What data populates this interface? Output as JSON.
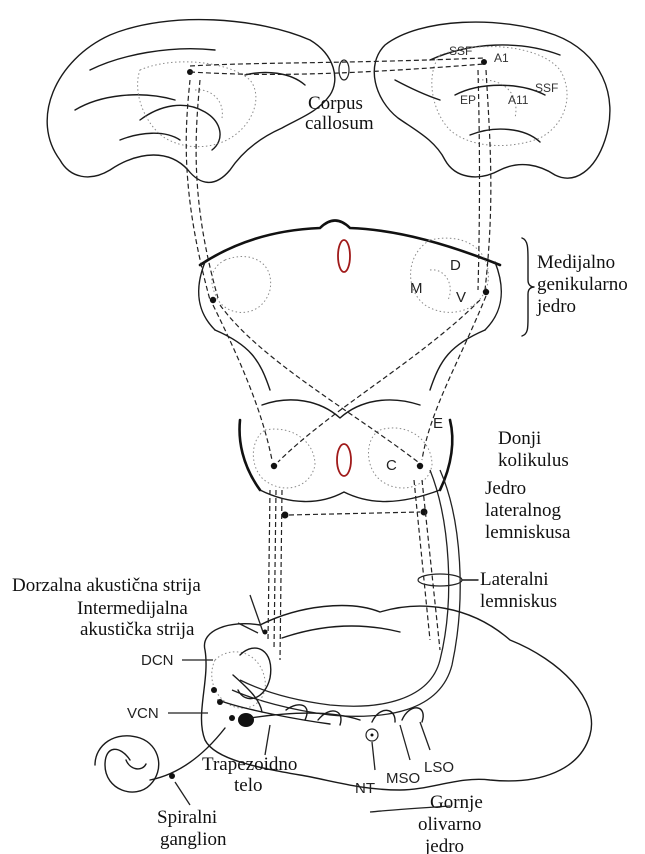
{
  "labels": {
    "corpus_callosum": [
      "Corpus",
      "callosum"
    ],
    "mgn": [
      "Medijalno",
      "genikularno",
      "jedro"
    ],
    "ic": [
      "Donji",
      "kolikulus"
    ],
    "nll": [
      "Jedro",
      "lateralnog",
      "lemniskusa"
    ],
    "ll": [
      "Lateralni",
      "lemniskus"
    ],
    "das": "Dorzalna akustična strija",
    "ias": [
      "Intermedijalna",
      "akustička strija"
    ],
    "dcn": "DCN",
    "vcn": "VCN",
    "trapezoid": [
      "Trapezoidno",
      "telo"
    ],
    "spiral": [
      "Spiralni",
      "ganglion"
    ],
    "nt": "NT",
    "mso": "MSO",
    "lso": "LSO",
    "soc": [
      "Gornje",
      "olivarno",
      "jedro"
    ]
  },
  "cortex_right": {
    "ssf_left": "SSF",
    "a1": "A1",
    "ssf_right": "SSF",
    "ep": "EP",
    "a11": "A11"
  },
  "mgn_parts": {
    "d": "D",
    "m": "M",
    "v": "V"
  },
  "ic_parts": {
    "e": "E",
    "c": "C"
  }
}
